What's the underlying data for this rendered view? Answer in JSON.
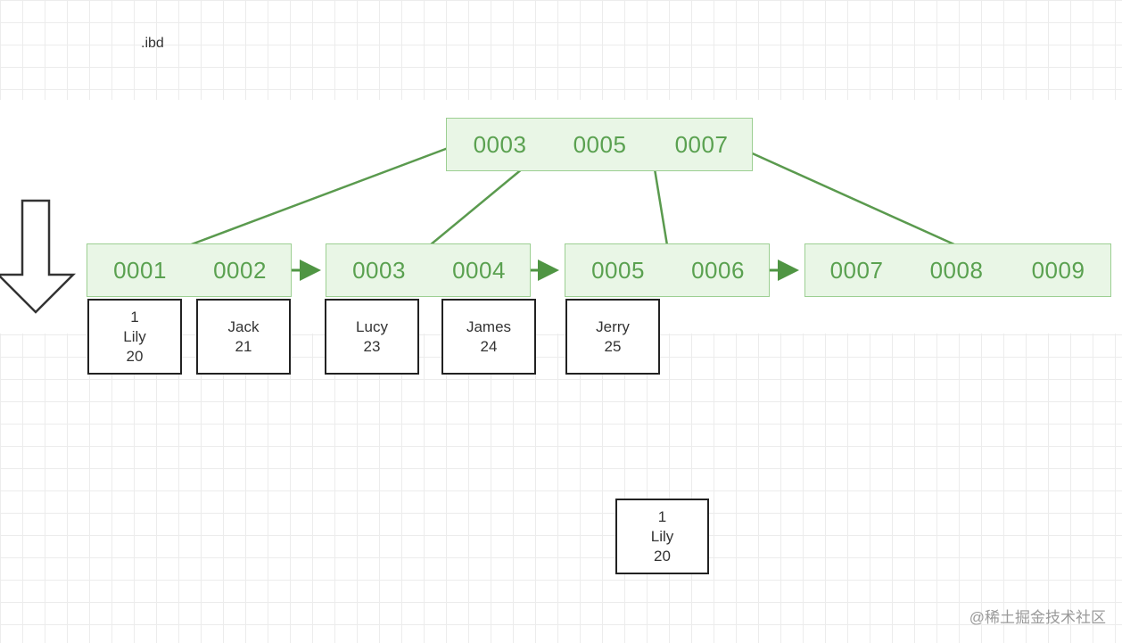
{
  "file_label": ".ibd",
  "root_node": {
    "keys": [
      "0003",
      "0005",
      "0007"
    ]
  },
  "leaf_nodes": [
    {
      "keys": [
        "0001",
        "0002"
      ]
    },
    {
      "keys": [
        "0003",
        "0004"
      ]
    },
    {
      "keys": [
        "0005",
        "0006"
      ]
    },
    {
      "keys": [
        "0007",
        "0008",
        "0009"
      ]
    }
  ],
  "data_rows": [
    {
      "lines": [
        "1",
        "Lily",
        "20"
      ]
    },
    {
      "lines": [
        "Jack",
        "21"
      ]
    },
    {
      "lines": [
        "Lucy",
        "23"
      ]
    },
    {
      "lines": [
        "James",
        "24"
      ]
    },
    {
      "lines": [
        "Jerry",
        "25"
      ]
    }
  ],
  "detached_row": {
    "lines": [
      "1",
      "Lily",
      "20"
    ]
  },
  "watermark": "@稀土掘金技术社区",
  "colors": {
    "node_fill": "#e9f6e6",
    "node_border": "#9ccf92",
    "key_text": "#5aa150",
    "edge": "#5a9a4e",
    "row_border": "#222222"
  }
}
